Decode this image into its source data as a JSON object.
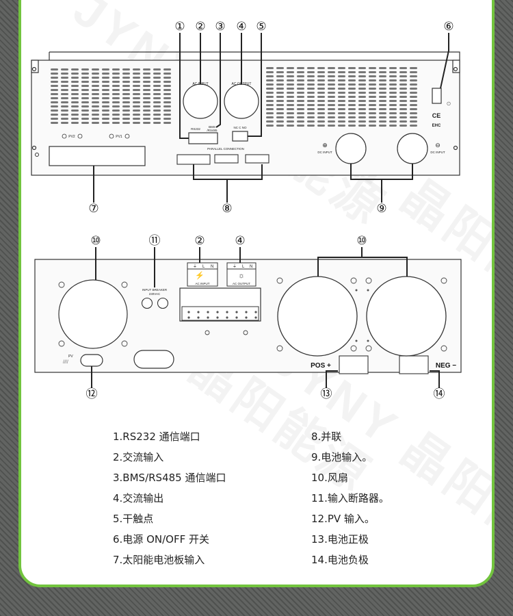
{
  "watermark": "JYNY 晶阳能源",
  "callout_numbers": {
    "n1": "①",
    "n2": "②",
    "n3": "③",
    "n4": "④",
    "n5": "⑤",
    "n6": "⑥",
    "n7": "⑦",
    "n8": "⑧",
    "n9": "⑨",
    "n10": "⑩",
    "n11": "⑪",
    "n12": "⑫",
    "n13": "⑬",
    "n14": "⑭"
  },
  "top_panel": {
    "ac_input": "AC INPUT",
    "ac_output": "AC OUTPUT",
    "rs232": "RS232",
    "bms_line1": "BMS",
    "bms_line2": "/RS485",
    "dry_contact": "NC  C  NO",
    "pv2": "PV2",
    "pv1": "PV1",
    "parallel_connection": "PARALLEL CONNECTION",
    "dc_input_left": "DC INPUT",
    "dc_input_right": "DC INPUT",
    "ce_mark": "CE",
    "eac_mark": "EHC"
  },
  "bottom_panel": {
    "input_breaker": "INPUT BREAKER",
    "breaker_rating": "230VAC",
    "ac_input": "AC INPUT",
    "ac_output": "AC OUTPUT",
    "pv": "PV",
    "pos": "POS +",
    "neg": "NEG −",
    "terminal_l": "L",
    "terminal_n": "N"
  },
  "legend": {
    "left": [
      "1.RS232 通信端口",
      "2.交流输入",
      "3.BMS/RS485 通信端口",
      "4.交流输出",
      "5.干触点",
      "6.电源 ON/OFF 开关",
      "7.太阳能电池板输入"
    ],
    "right": [
      "8.并联",
      "9.电池输入。",
      "10.风扇",
      "11.输入断路器。",
      "12.PV 输入。",
      "13.电池正极",
      "14.电池负极"
    ]
  }
}
